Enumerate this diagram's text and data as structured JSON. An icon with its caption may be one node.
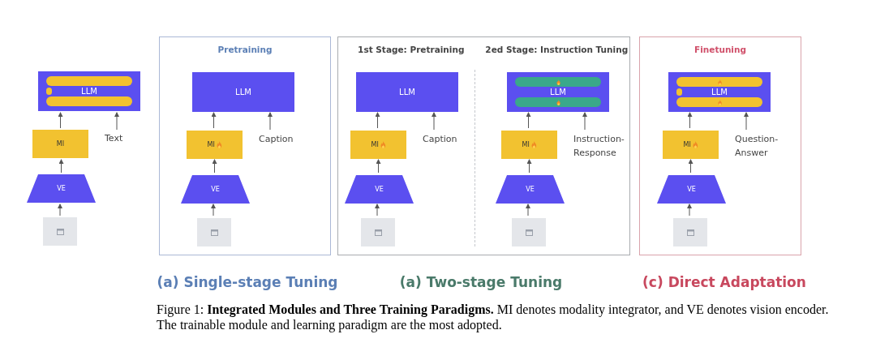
{
  "diagram": {
    "caption": "Figure 1: **Integrated Modules and Three Training Paradigms.** MI denotes modality integrator, and VE denotes vision encoder. The trainable module and learning paradigm are the most adopted.",
    "nodes": [
      {
        "text": [
          "LLM"
        ]
      },
      {
        "text": [
          "MI"
        ]
      },
      {
        "text": [
          "VE"
        ]
      },
      {
        "text": [],
        "shape": "box"
      },
      {
        "text": [
          "Text"
        ]
      },
      {
        "text": [
          "Pretraining"
        ]
      },
      {
        "text": [
          "LLM"
        ],
        "in": 5
      },
      {
        "text": [
          "MI"
        ],
        "in": 5
      },
      {
        "text": [
          "VE"
        ],
        "in": 5
      },
      {
        "text": [],
        "shape": "box",
        "in": 5
      },
      {
        "text": [
          "Caption"
        ],
        "in": 5
      },
      {
        "text": [
          "1st Stage: Pretraining",
          "2ed Stage: Instruction Tuning"
        ]
      },
      {
        "text": [
          "LLM"
        ],
        "in": 11
      },
      {
        "text": [
          "MI"
        ],
        "in": 11
      },
      {
        "text": [
          "VE"
        ],
        "in": 11
      },
      {
        "text": [],
        "shape": "box",
        "in": 11
      },
      {
        "text": [
          "Caption"
        ],
        "in": 11
      },
      {
        "text": [
          "LLM"
        ],
        "in": 11
      },
      {
        "text": [
          "MI"
        ],
        "in": 11
      },
      {
        "text": [
          "VE"
        ],
        "in": 11
      },
      {
        "text": [],
        "shape": "box",
        "in": 11
      },
      {
        "text": [
          "Instruction-Response"
        ],
        "in": 11
      },
      {
        "text": [
          "Finetuning"
        ]
      },
      {
        "text": [
          "LLM"
        ],
        "in": 22
      },
      {
        "text": [
          "MI"
        ],
        "in": 22
      },
      {
        "text": [
          "VE"
        ],
        "in": 22
      },
      {
        "text": [],
        "shape": "box",
        "in": 22
      },
      {
        "text": [
          "Question-Answer"
        ],
        "in": 22
      }
    ],
    "edges": [
      {
        "from": 3,
        "to": 2,
        "arrow": "to"
      },
      {
        "from": 2,
        "to": 1,
        "arrow": "to"
      },
      {
        "from": 1,
        "to": 0,
        "arrow": "to"
      },
      {
        "from": 4,
        "to": 0,
        "arrow": "to"
      },
      {
        "from": 9,
        "to": 8,
        "arrow": "to"
      },
      {
        "from": 8,
        "to": 7,
        "arrow": "to"
      },
      {
        "from": 7,
        "to": 6,
        "arrow": "to"
      },
      {
        "from": 10,
        "to": 6,
        "arrow": "to"
      },
      {
        "from": 15,
        "to": 14,
        "arrow": "to"
      },
      {
        "from": 14,
        "to": 13,
        "arrow": "to"
      },
      {
        "from": 13,
        "to": 12,
        "arrow": "to"
      },
      {
        "from": 16,
        "to": 12,
        "arrow": "to"
      },
      {
        "from": 20,
        "to": 19,
        "arrow": "to"
      },
      {
        "from": 19,
        "to": 18,
        "arrow": "to"
      },
      {
        "from": 18,
        "to": 17,
        "arrow": "to"
      },
      {
        "from": 21,
        "to": 17,
        "arrow": "to"
      },
      {
        "from": 26,
        "to": 25,
        "arrow": "to"
      },
      {
        "from": 25,
        "to": 24,
        "arrow": "to"
      },
      {
        "from": 24,
        "to": 23,
        "arrow": "to"
      },
      {
        "from": 27,
        "to": 23,
        "arrow": "to"
      }
    ],
    "labels": [
      "(a) Single-stage Tuning",
      "(a) Two-stage Tuning",
      "(c) Direct Adaptation"
    ]
  }
}
